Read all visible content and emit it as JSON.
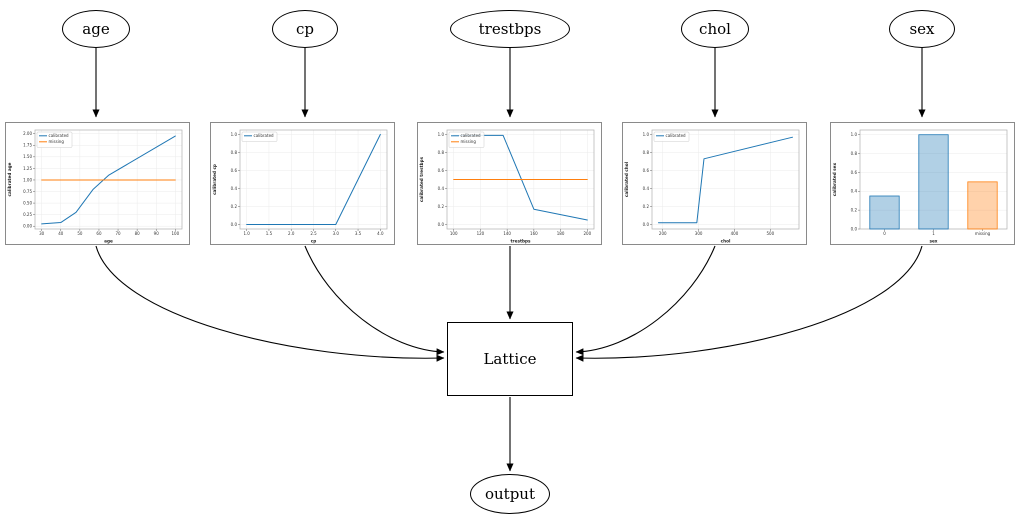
{
  "diagram": {
    "inputs": [
      {
        "id": "age",
        "label": "age"
      },
      {
        "id": "cp",
        "label": "cp"
      },
      {
        "id": "trestbps",
        "label": "trestbps"
      },
      {
        "id": "chol",
        "label": "chol"
      },
      {
        "id": "sex",
        "label": "sex"
      }
    ],
    "lattice_label": "Lattice",
    "output_label": "output",
    "edges": [
      {
        "from": "age",
        "to": "age-calibration-plot"
      },
      {
        "from": "cp",
        "to": "cp-calibration-plot"
      },
      {
        "from": "trestbps",
        "to": "trestbps-calibration-plot"
      },
      {
        "from": "chol",
        "to": "chol-calibration-plot"
      },
      {
        "from": "sex",
        "to": "sex-calibration-plot"
      },
      {
        "from": "age-calibration-plot",
        "to": "Lattice"
      },
      {
        "from": "cp-calibration-plot",
        "to": "Lattice"
      },
      {
        "from": "trestbps-calibration-plot",
        "to": "Lattice"
      },
      {
        "from": "chol-calibration-plot",
        "to": "Lattice"
      },
      {
        "from": "sex-calibration-plot",
        "to": "Lattice"
      },
      {
        "from": "Lattice",
        "to": "output"
      }
    ]
  },
  "colors": {
    "calibrated": "#1f77b4",
    "missing": "#ff7f0e",
    "edge": "#000000",
    "plot_border": "#8a8a8a"
  },
  "chart_data": [
    {
      "id": "age",
      "type": "line",
      "title": "",
      "xlabel": "age",
      "ylabel": "calibrated age",
      "xlim": [
        26.5,
        103.5
      ],
      "ylim": [
        -0.06,
        2.08
      ],
      "xticks": [
        30,
        40,
        50,
        60,
        70,
        80,
        90,
        100
      ],
      "xtick_labels": [
        "30",
        "40",
        "50",
        "60",
        "70",
        "80",
        "90",
        "100"
      ],
      "yticks": [
        0,
        0.25,
        0.5,
        0.75,
        1,
        1.25,
        1.5,
        1.75,
        2
      ],
      "ytick_labels": [
        "0.00",
        "0.25",
        "0.50",
        "0.75",
        "1.00",
        "1.25",
        "1.50",
        "1.75",
        "2.00"
      ],
      "legend": [
        "calibrated",
        "missing"
      ],
      "grid": true,
      "series": [
        {
          "name": "calibrated",
          "color": "#1f77b4",
          "x": [
            30,
            40,
            48,
            57,
            65,
            100
          ],
          "y": [
            0.05,
            0.08,
            0.3,
            0.8,
            1.1,
            1.95
          ]
        },
        {
          "name": "missing",
          "color": "#ff7f0e",
          "x": [
            30,
            100
          ],
          "y": [
            1,
            1
          ]
        }
      ]
    },
    {
      "id": "cp",
      "type": "line",
      "title": "",
      "xlabel": "cp",
      "ylabel": "calibrated cp",
      "xlim": [
        0.85,
        4.15
      ],
      "ylim": [
        -0.05,
        1.05
      ],
      "xticks": [
        1,
        1.5,
        2,
        2.5,
        3,
        3.5,
        4
      ],
      "xtick_labels": [
        "1.0",
        "1.5",
        "2.0",
        "2.5",
        "3.0",
        "3.5",
        "4.0"
      ],
      "yticks": [
        0,
        0.2,
        0.4,
        0.6,
        0.8,
        1
      ],
      "ytick_labels": [
        "0.0",
        "0.2",
        "0.4",
        "0.6",
        "0.8",
        "1.0"
      ],
      "legend": [
        "calibrated"
      ],
      "grid": true,
      "series": [
        {
          "name": "calibrated",
          "color": "#1f77b4",
          "x": [
            1,
            3,
            4
          ],
          "y": [
            0,
            0,
            1
          ]
        }
      ]
    },
    {
      "id": "trestbps",
      "type": "line",
      "title": "",
      "xlabel": "trestbps",
      "ylabel": "calibrated trestbps",
      "xlim": [
        95,
        205
      ],
      "ylim": [
        -0.05,
        1.05
      ],
      "xticks": [
        100,
        120,
        140,
        160,
        180,
        200
      ],
      "xtick_labels": [
        "100",
        "120",
        "140",
        "160",
        "180",
        "200"
      ],
      "yticks": [
        0,
        0.2,
        0.4,
        0.6,
        0.8,
        1
      ],
      "ytick_labels": [
        "0.0",
        "0.2",
        "0.4",
        "0.6",
        "0.8",
        "1.0"
      ],
      "legend": [
        "calibrated",
        "missing"
      ],
      "grid": true,
      "series": [
        {
          "name": "calibrated",
          "color": "#1f77b4",
          "x": [
            100,
            137,
            160,
            200
          ],
          "y": [
            0.99,
            0.99,
            0.17,
            0.05
          ]
        },
        {
          "name": "missing",
          "color": "#ff7f0e",
          "x": [
            100,
            200
          ],
          "y": [
            0.5,
            0.5
          ]
        }
      ]
    },
    {
      "id": "chol",
      "type": "line",
      "title": "",
      "xlabel": "chol",
      "ylabel": "calibrated chol",
      "xlim": [
        170,
        580
      ],
      "ylim": [
        -0.05,
        1.05
      ],
      "xticks": [
        200,
        300,
        400,
        500
      ],
      "xtick_labels": [
        "200",
        "300",
        "400",
        "500"
      ],
      "yticks": [
        0,
        0.2,
        0.4,
        0.6,
        0.8,
        1
      ],
      "ytick_labels": [
        "0.0",
        "0.2",
        "0.4",
        "0.6",
        "0.8",
        "1.0"
      ],
      "legend": [
        "calibrated"
      ],
      "grid": true,
      "series": [
        {
          "name": "calibrated",
          "color": "#1f77b4",
          "x": [
            188,
            295,
            315,
            562
          ],
          "y": [
            0.02,
            0.02,
            0.73,
            0.97
          ]
        }
      ]
    },
    {
      "id": "sex",
      "type": "bar",
      "title": "",
      "xlabel": "sex",
      "ylabel": "calibrated sex",
      "ylim": [
        0,
        1.05
      ],
      "yticks": [
        0,
        0.2,
        0.4,
        0.6,
        0.8,
        1
      ],
      "ytick_labels": [
        "0.0",
        "0.2",
        "0.4",
        "0.6",
        "0.8",
        "1.0"
      ],
      "categories": [
        "0",
        "1",
        "missing"
      ],
      "values": [
        0.35,
        1.0,
        0.5
      ],
      "bar_colors": [
        "#1f77b4",
        "#1f77b4",
        "#ff7f0e"
      ],
      "legend": [],
      "grid": true
    }
  ]
}
